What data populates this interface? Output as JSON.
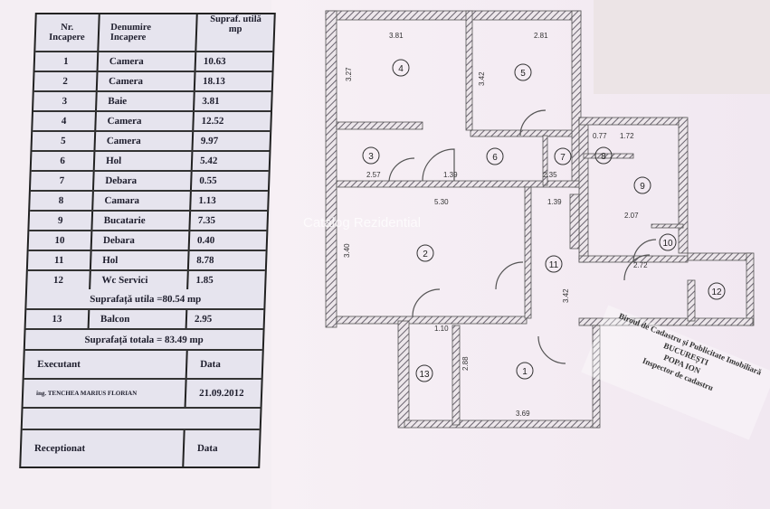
{
  "table": {
    "headers": {
      "nr": [
        "Nr.",
        "Incapere"
      ],
      "name": [
        "Denumire",
        "Incapere"
      ],
      "area": [
        "Supraf. utilă",
        "mp"
      ]
    },
    "rows": [
      {
        "nr": "1",
        "name": "Camera",
        "area": "10.63"
      },
      {
        "nr": "2",
        "name": "Camera",
        "area": "18.13"
      },
      {
        "nr": "3",
        "name": "Baie",
        "area": "3.81"
      },
      {
        "nr": "4",
        "name": "Camera",
        "area": "12.52"
      },
      {
        "nr": "5",
        "name": "Camera",
        "area": "9.97"
      },
      {
        "nr": "6",
        "name": "Hol",
        "area": "5.42"
      },
      {
        "nr": "7",
        "name": "Debara",
        "area": "0.55"
      },
      {
        "nr": "8",
        "name": "Camara",
        "area": "1.13"
      },
      {
        "nr": "9",
        "name": "Bucatarie",
        "area": "7.35"
      },
      {
        "nr": "10",
        "name": "Debara",
        "area": "0.40"
      },
      {
        "nr": "11",
        "name": "Hol",
        "area": "8.78"
      },
      {
        "nr": "12",
        "name": "Wc Servici",
        "area": "1.85"
      }
    ],
    "useful_total": "Suprafață utila =80.54 mp",
    "balcony": {
      "nr": "13",
      "name": "Balcon",
      "area": "2.95"
    },
    "grand_total": "Suprafață totala = 83.49 mp",
    "executant_label": "Executant",
    "date_label": "Data",
    "executant_name": "ing. TENCHEA MARIUS FLORIAN",
    "executant_date": "21.09.2012",
    "receptionat_label": "Receptionat",
    "receptionat_date_label": "Data"
  },
  "plan": {
    "rooms": [
      "1",
      "2",
      "3",
      "4",
      "5",
      "6",
      "7",
      "8",
      "9",
      "10",
      "11",
      "12",
      "13"
    ],
    "dimensions": [
      "3.81",
      "2.81",
      "3.27",
      "3.42",
      "2.57",
      "1.39",
      "2.35",
      "5.30",
      "1.39",
      "3.40",
      "1.10",
      "2.88",
      "3.69",
      "1.72",
      "0.77",
      "2.07",
      "2.72",
      "3.42"
    ]
  },
  "watermark": "Catalog Rezidential",
  "stamp": {
    "line1": "Biroul de Cadastru și Publicitate Imobiliară",
    "line2": "BUCUREȘTI",
    "line3": "POPA ION",
    "line4": "Inspector de cadastru"
  },
  "colors": {
    "wall": "#6b6470",
    "ink": "#1d1d2c",
    "paper": "#f4eef3"
  }
}
